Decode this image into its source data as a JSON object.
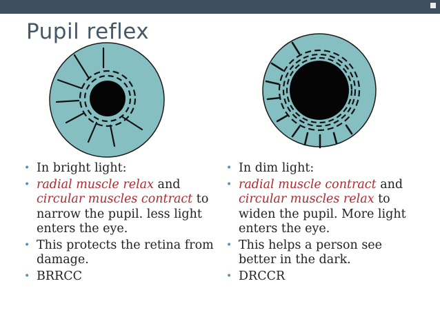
{
  "slide": {
    "title": "Pupil reflex",
    "accent_color": "#3f4f60",
    "title_color": "#445868",
    "bullet_color": "#5e8fb1",
    "emphasis_color": "#b3282e",
    "iris_color": "#86bfc2"
  },
  "diagrams": [
    {
      "name": "eye-bright-light-icon",
      "pupil_state": "constricted"
    },
    {
      "name": "eye-dim-light-icon",
      "pupil_state": "dilated"
    }
  ],
  "left_column": {
    "b1": "In bright light:",
    "b2_red1": "radial muscle relax",
    "b2_t1": " and ",
    "b2_red2": "circular muscles contract",
    "b2_t2": " to narrow the pupil. less light enters the eye.",
    "b3": "This protects the retina from damage.",
    "b4": "BRRCC"
  },
  "right_column": {
    "b1": "In dim light:",
    "b2_red1": "radial muscle contract",
    "b2_t1": " and ",
    "b2_red2": "circular muscles relax",
    "b2_t2": " to widen the pupil. More light enters the eye.",
    "b3": "This helps a person see better in the dark.",
    "b4": "DRCCR"
  },
  "bullet_glyph": "•"
}
